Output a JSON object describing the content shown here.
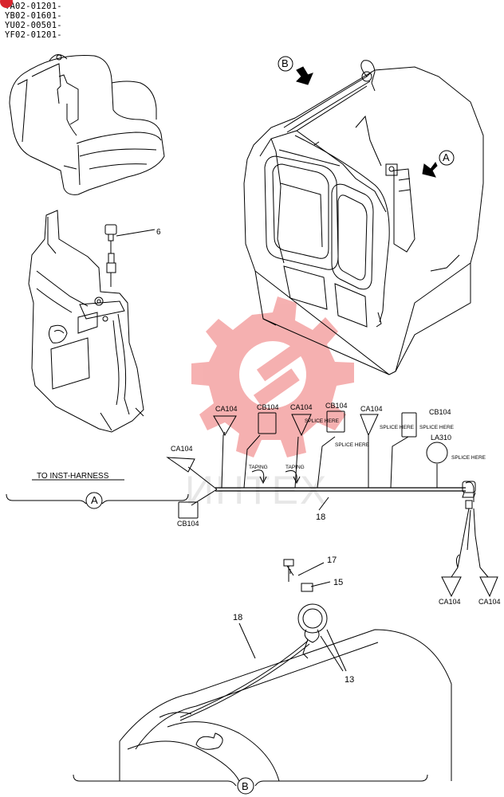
{
  "serials": [
    "YA02-01201-",
    "YB02-01601-",
    "YU02-00501-",
    "YF02-01201-"
  ],
  "watermark": {
    "text": "ИНТЕХ",
    "color": "#f4a3a3"
  },
  "notes": {
    "to_inst": "TO INST-HARNESS",
    "taping": "TAPING",
    "splice": "SPLICE HERE"
  },
  "views": {
    "a": "A",
    "b": "B"
  },
  "connectors": {
    "ca104": "CA104",
    "cb104": "CB104",
    "la310": "LA310"
  },
  "callouts": {
    "p6": "6",
    "p13": "13",
    "p15": "15",
    "p17": "17",
    "p18": "18"
  },
  "colors": {
    "line": "#000000",
    "accent_dot": "#d8262e",
    "watermark_gear": "#f4a3a3"
  }
}
